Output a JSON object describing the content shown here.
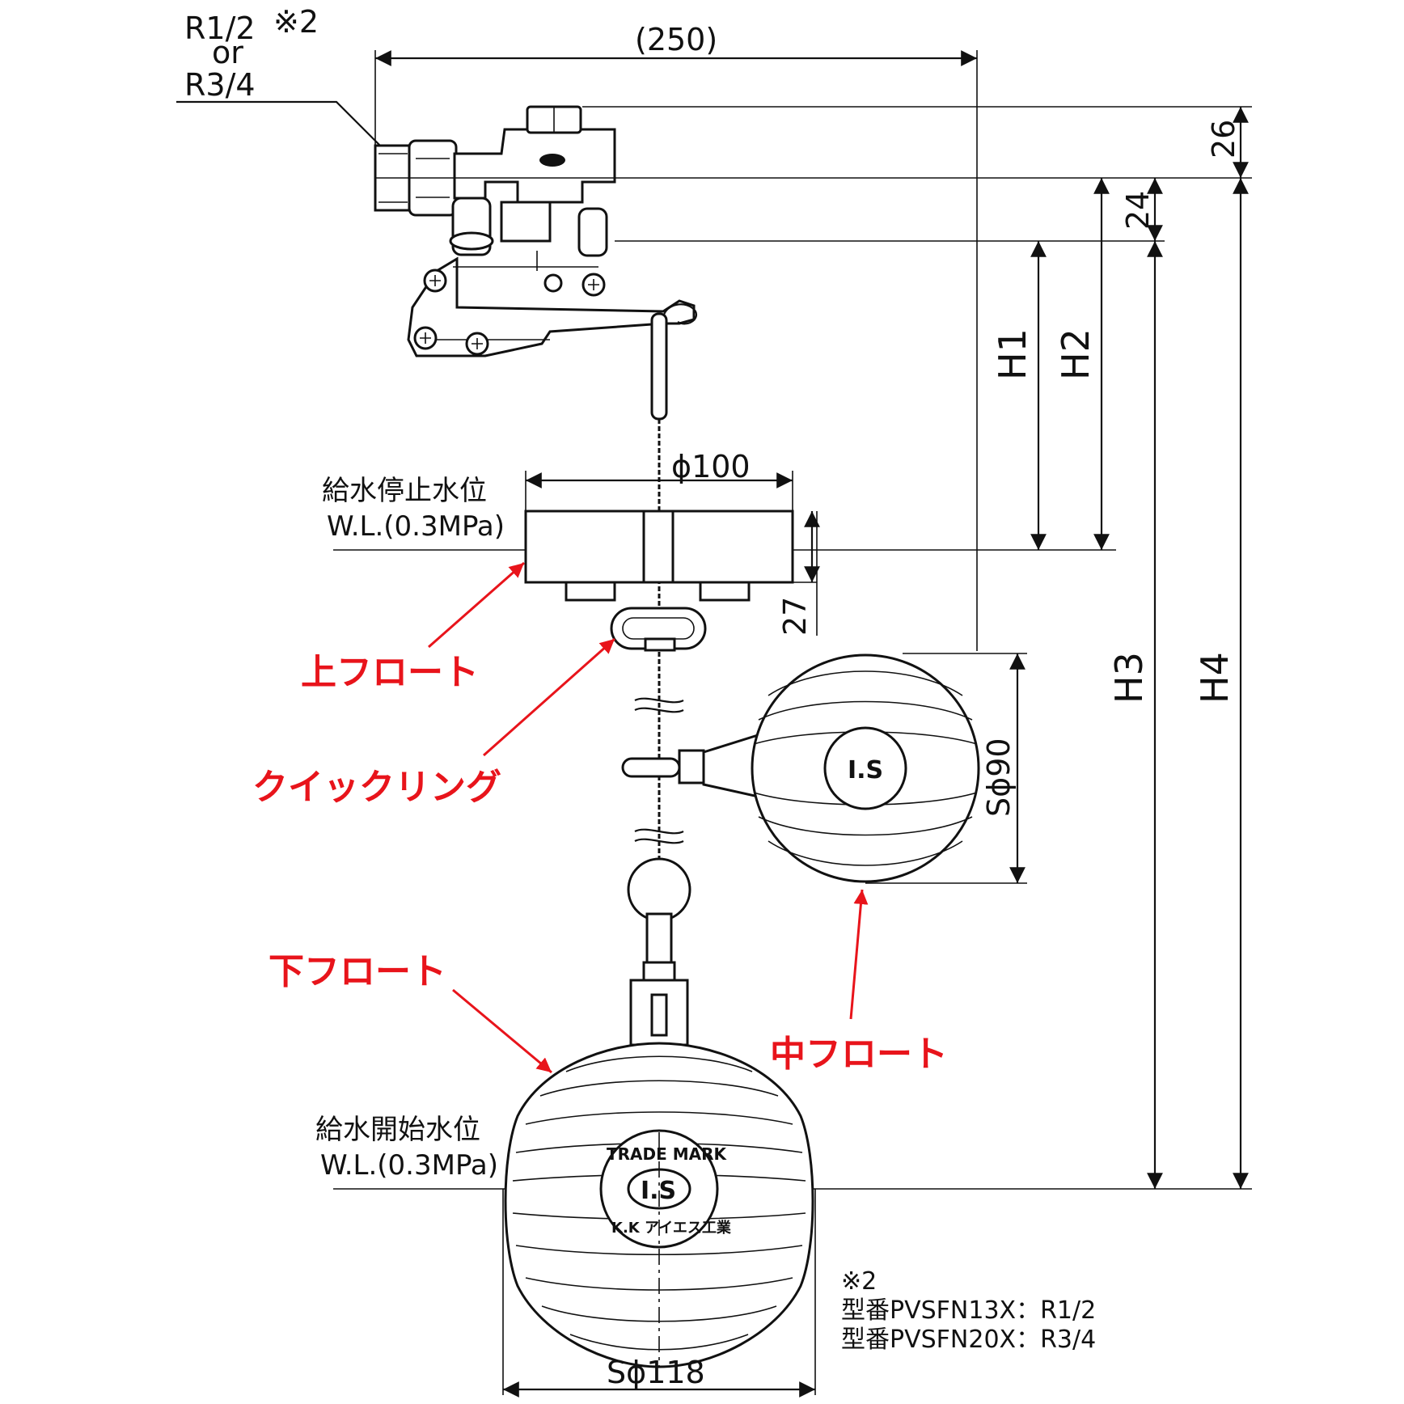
{
  "dimensions": {
    "pipe_thread_a": "R1/2",
    "note_mark": "※2",
    "or": "or",
    "pipe_thread_b": "R3/4",
    "overall_length": "(250)",
    "top_offset": "26",
    "arm_offset": "24",
    "h1": "H1",
    "h2": "H2",
    "h3": "H3",
    "h4": "H4",
    "upper_float_dia": "ϕ100",
    "upper_float_height": "27",
    "middle_float_dia": "Sϕ90",
    "lower_float_dia": "Sϕ118"
  },
  "water_levels": {
    "stop_label": "給水停止水位",
    "stop_pressure": "W.L.(0.3MPa)",
    "start_label": "給水開始水位",
    "start_pressure": "W.L.(0.3MPa)"
  },
  "callouts": {
    "upper_float": "上フロート",
    "quick_ring": "クイックリング",
    "lower_float": "下フロート",
    "middle_float": "中フロート"
  },
  "float_marking": {
    "top": "TRADE MARK",
    "center": "I.S",
    "bottom": "K.K アイエス工業"
  },
  "notes": {
    "mark": "※2",
    "model_1": "型番PVSFN13X：R1/2",
    "model_2": "型番PVSFN20X：R3/4"
  },
  "colors": {
    "line": "#111111",
    "callout": "#e8141b",
    "background": "#ffffff"
  }
}
